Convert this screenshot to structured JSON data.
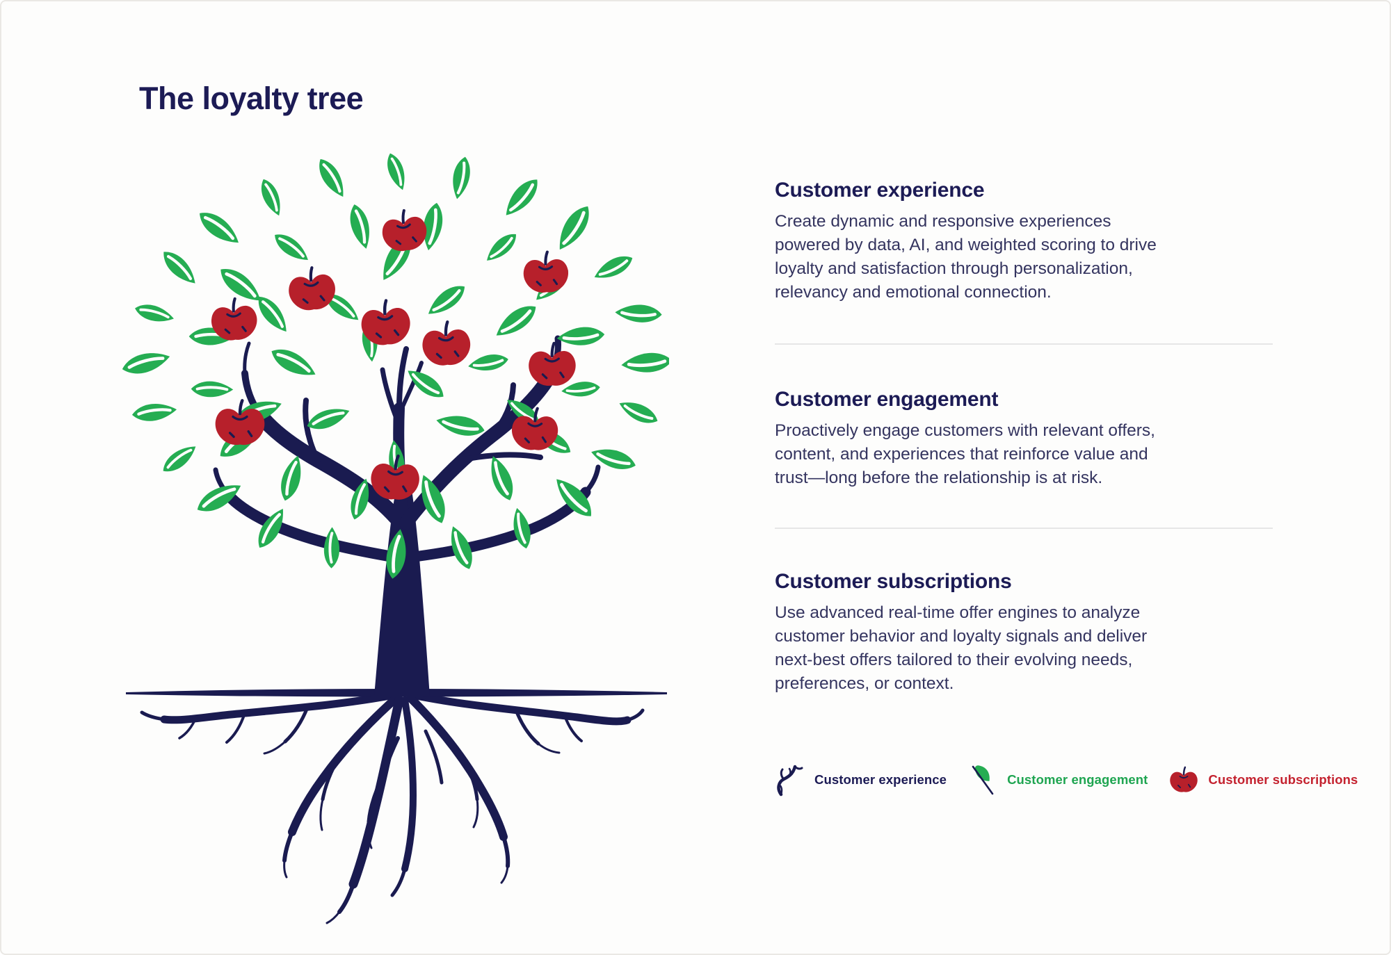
{
  "page": {
    "title": "The loyalty tree"
  },
  "sections": [
    {
      "heading": "Customer experience",
      "body": "Create dynamic and responsive experiences\npowered by data, AI, and weighted scoring to drive\nloyalty and satisfaction through personalization,\nrelevancy and emotional connection."
    },
    {
      "heading": "Customer engagement",
      "body": "Proactively engage customers with relevant offers,\ncontent, and experiences that reinforce value and\ntrust—long before the relationship is at risk."
    },
    {
      "heading": "Customer subscriptions",
      "body": "Use advanced real-time offer engines to analyze\ncustomer behavior and loyalty signals and deliver\nnext-best offers tailored to their evolving needs,\npreferences, or context."
    }
  ],
  "legend": {
    "items": [
      {
        "label": "Customer experience",
        "icon": "roots-icon",
        "color": "#1c1b55"
      },
      {
        "label": "Customer engagement",
        "icon": "leaf-icon",
        "color": "#1fa551"
      },
      {
        "label": "Customer subscriptions",
        "icon": "apple-icon",
        "color": "#c4222f"
      }
    ]
  },
  "illustration": {
    "description": "Apple tree with green leaves, ten red apples, a dark navy trunk and a spreading root system below a ground line",
    "apple_count": 10,
    "colors": {
      "leaf_green": "#25ad52",
      "apple_red": "#b7202b",
      "tree_navy": "#1a1b50"
    }
  }
}
